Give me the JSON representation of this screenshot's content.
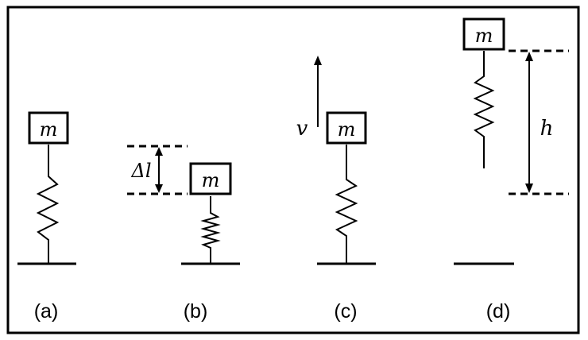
{
  "mass_label": "m",
  "panels": [
    {
      "caption": "(a)"
    },
    {
      "caption": "(b)",
      "compression_label": "Δl"
    },
    {
      "caption": "(c)",
      "velocity_label": "v"
    },
    {
      "caption": "(d)",
      "height_label": "h"
    }
  ]
}
